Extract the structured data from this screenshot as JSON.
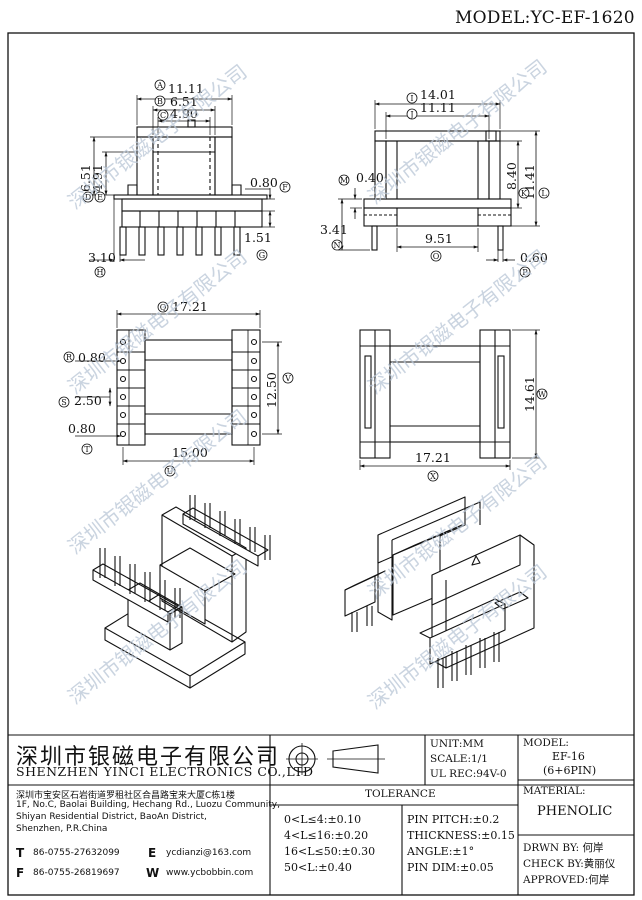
{
  "model_header": "MODEL:YC-EF-1620",
  "dimensions": {
    "front": {
      "a": "11.11",
      "b": "6.51",
      "c": "4.90",
      "d": "6.51",
      "e": "4.91",
      "f": "0.80",
      "g": "1.51",
      "h": "3.10"
    },
    "side": {
      "i": "14.01",
      "j": "11.11",
      "k": "8.40",
      "l": "11.41",
      "m": "0.40",
      "n": "3.41",
      "o": "9.51",
      "p": "0.60"
    },
    "bottom": {
      "q": "17.21",
      "r": "0.80",
      "s": "2.50",
      "t": "0.80",
      "u": "15.00",
      "v": "12.50"
    },
    "top": {
      "w": "14.61",
      "x": "17.21"
    }
  },
  "bubbles": [
    "A",
    "B",
    "C",
    "D",
    "E",
    "F",
    "G",
    "H",
    "I",
    "J",
    "K",
    "L",
    "M",
    "N",
    "O",
    "P",
    "Q",
    "R",
    "S",
    "T",
    "U",
    "V",
    "W",
    "X"
  ],
  "watermark": "深圳市银磁电子有限公司",
  "title_block": {
    "company_cn": "深圳市银磁电子有限公司",
    "company_en": "SHENZHEN YINCI ELECTRONICS CO.,LTD",
    "address_cn": "深圳市宝安区石岩街道罗租社区合昌路宝来大厦C栋1楼",
    "address_en_1": "1F, No.C, Baolai Building, Hechang Rd., Luozu Community,",
    "address_en_2": "Shiyan Residential District, BaoAn District,",
    "address_en_3": "Shenzhen, P.R.China",
    "tel_label": "T",
    "tel": "86-0755-27632099",
    "fax_label": "F",
    "fax": "86-0755-26819697",
    "email_label": "E",
    "email": "ycdianzi@163.com",
    "web_label": "W",
    "web": "www.ycbobbin.com",
    "unit": "UNIT:MM",
    "scale": "SCALE:1/1",
    "ul_rec": "UL REC:94V-0",
    "model_label": "MODEL:",
    "model_value": "EF-16",
    "pins": "(6+6PIN)",
    "material_label": "MATERIAL:",
    "material_value": "PHENOLIC",
    "tolerance_title": "TOLERANCE",
    "tol_1": "0<L≤4:±0.10",
    "tol_2": "4<L≤16:±0.20",
    "tol_3": "16<L≤50:±0.30",
    "tol_4": "50<L:±0.40",
    "pin_pitch": "PIN PITCH:±0.2",
    "thickness": "THICKNESS:±0.15",
    "angle": "ANGLE:±1°",
    "pin_dim": "PIN DIM:±0.05",
    "drawn_by": "DRWN BY: 何岸",
    "check_by": "CHECK BY:黄丽仪",
    "approved": "APPROVED:何岸"
  }
}
